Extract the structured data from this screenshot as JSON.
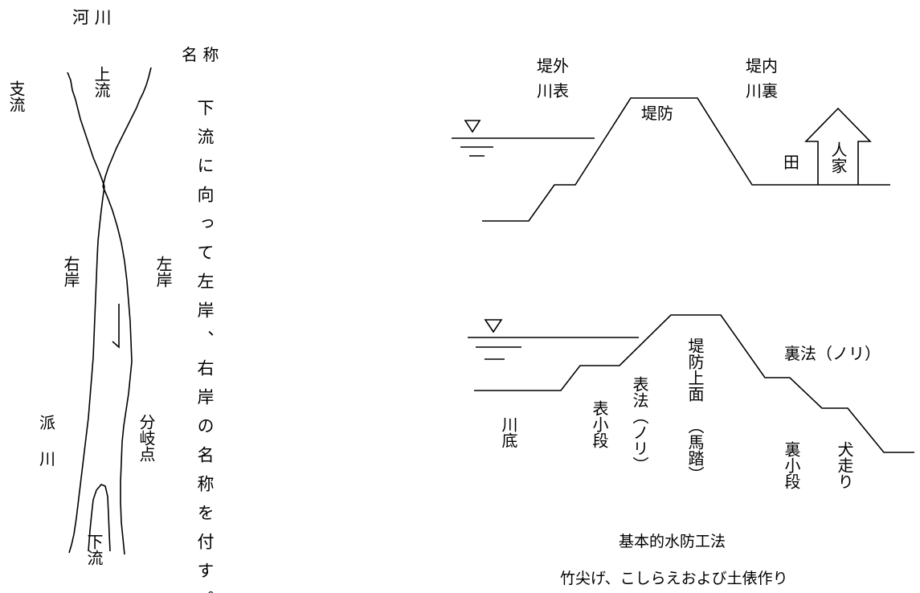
{
  "river": {
    "title": "河 川",
    "name_label": "名 称",
    "tributary": "支流",
    "upstream": "上流",
    "right_bank": "右岸",
    "left_bank": "左岸",
    "distributary_1": "派",
    "distributary_2": "川",
    "branch_point": "分岐点",
    "downstream": "下流",
    "note": "下流に向って左岸、右岸の名称を付す。"
  },
  "levee_top": {
    "outside": "堤外",
    "river_face": "川表",
    "inside": "堤内",
    "land_side": "川裏",
    "levee": "堤防",
    "paddy": "田",
    "house": "人家"
  },
  "levee_bottom": {
    "riverbed": "川底",
    "front_berm": "表小段",
    "front_slope": "表法（ノリ）",
    "crown": "堤防上面",
    "crown_alias": "（馬踏）",
    "back_slope": "裏法（ノリ）",
    "back_berm": "裏小段",
    "dog_run": "犬走り"
  },
  "captions": {
    "line1": "基本的水防工法",
    "line2": "竹尖げ、こしらえおよび土俵作り"
  },
  "symbols": {
    "water_level": "water-level-triangle-icon",
    "flow_arrow": "flow-arrow-icon"
  }
}
